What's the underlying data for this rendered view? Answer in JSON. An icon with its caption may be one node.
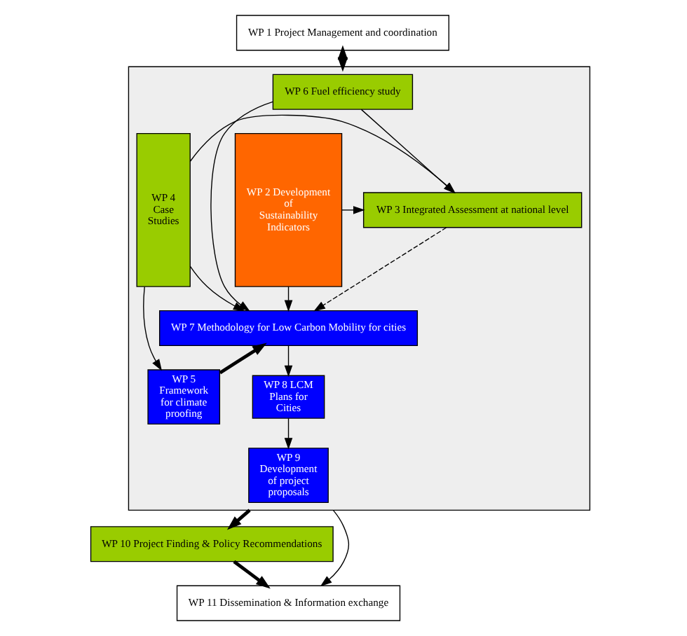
{
  "diagram": {
    "nodes": [
      {
        "text": [
          "WP 1 Project Management and coordination"
        ]
      },
      {
        "text": [],
        "shape": "box"
      },
      {
        "text": [
          "WP 2 Development of Sustainability Indicators"
        ],
        "in": 1
      },
      {
        "text": [
          "WP 3 Integrated Assessment at national level"
        ],
        "in": 1
      },
      {
        "text": [
          "WP 4 Case Studies"
        ],
        "in": 1
      },
      {
        "text": [
          "WP 6 Fuel efficiency study"
        ],
        "in": 1
      },
      {
        "text": [
          "WP 7 Methodology for Low Carbon Mobility for cities"
        ],
        "in": 1
      },
      {
        "text": [
          "WP 8 LCM Plans for Cities"
        ],
        "in": 1
      },
      {
        "text": [
          "WP 5 Framework for climate proofing"
        ],
        "in": 1
      },
      {
        "text": [
          "WP 9 Development of project proposals"
        ],
        "in": 1
      },
      {
        "text": [
          "WP 10 Project Finding & Policy Recommendations"
        ]
      },
      {
        "text": [
          "WP 11 Dissemination & Information exchange"
        ]
      }
    ],
    "edges": [
      {
        "from": 0,
        "to": 1,
        "arrow": "both",
        "style": "thick"
      },
      {
        "from": 2,
        "to": 3,
        "arrow": "to"
      },
      {
        "from": 4,
        "to": 3,
        "arrow": "to"
      },
      {
        "from": 3,
        "to": 6,
        "arrow": "to",
        "style": "dashed"
      },
      {
        "from": 5,
        "to": 3,
        "arrow": "to"
      },
      {
        "from": 5,
        "to": 6,
        "arrow": "to"
      },
      {
        "from": 2,
        "to": 6,
        "arrow": "to"
      },
      {
        "from": 4,
        "to": 6,
        "arrow": "to"
      },
      {
        "from": 6,
        "to": 7,
        "arrow": "to"
      },
      {
        "from": 8,
        "to": 6,
        "arrow": "to",
        "style": "thick"
      },
      {
        "from": 4,
        "to": 8,
        "arrow": "to"
      },
      {
        "from": 7,
        "to": 9,
        "arrow": "to"
      },
      {
        "from": 1,
        "to": 10,
        "arrow": "to",
        "style": "thick"
      },
      {
        "from": 10,
        "to": 11,
        "arrow": "to",
        "style": "thick"
      },
      {
        "from": 1,
        "to": 11,
        "arrow": "to"
      }
    ]
  }
}
